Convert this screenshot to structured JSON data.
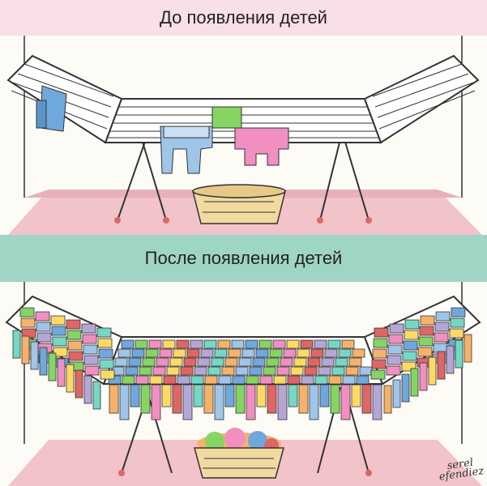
{
  "captions": {
    "before": "До появления детей",
    "after": "После появления детей"
  },
  "signature": {
    "line1": "serel",
    "line2": "efendiez"
  },
  "colors": {
    "top_banner": "#f9dfe6",
    "mid_banner": "#9fd5c4",
    "wall": "#fdfbf6",
    "floor": "#f2c3c9",
    "rack": "#ffffff",
    "rack_outline": "#333333",
    "basket": "#f1d9a0",
    "clothes": [
      "#6fa8dc",
      "#86d463",
      "#f08fc0",
      "#ffd966",
      "#e06666",
      "#b4a7d6",
      "#76d7c4",
      "#f6b26b",
      "#9fc5e8"
    ]
  }
}
